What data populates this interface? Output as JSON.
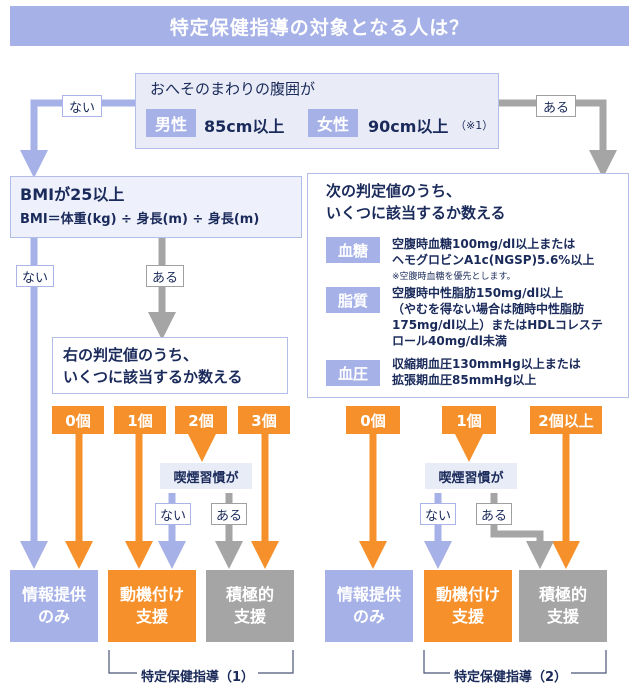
{
  "title": "特定保健指導の対象となる人は？",
  "waist": {
    "question": "おへそのまわりの腹囲が",
    "male_label": "男性",
    "male_value": "85cm以上",
    "female_label": "女性",
    "female_value": "90cm以上",
    "note": "（※1）",
    "no_label": "ない",
    "yes_label": "ある"
  },
  "bmi": {
    "title": "BMIが25以上",
    "formula": "BMI＝体重(kg) ÷ 身長(m) ÷ 身長(m)",
    "no_label": "ない",
    "yes_label": "ある"
  },
  "left_question": {
    "line1": "右の判定値のうち、",
    "line2": "いくつに該当するか数える"
  },
  "right_question": {
    "line1": "次の判定値のうち、",
    "line2": "いくつに該当するか数える"
  },
  "criteria": [
    {
      "label": "血糖",
      "lines": [
        "空腹時血糖100mg/dl以上または",
        "ヘモグロビンA1c(NGSP)5.6%以上"
      ],
      "note": "※空腹時血糖を優先とします。"
    },
    {
      "label": "脂質",
      "lines": [
        "空腹時中性脂肪150mg/dl以上",
        "（やむを得ない場合は随時中性脂肪",
        "175mg/dl以上）またはHDLコレステ",
        "ロール40mg/dl未満"
      ]
    },
    {
      "label": "血圧",
      "lines": [
        "収縮期血圧130mmHg以上または",
        "拡張期血圧85mmHg以上"
      ]
    }
  ],
  "left_counts": [
    "0個",
    "1個",
    "2個",
    "3個"
  ],
  "right_counts": [
    "0個",
    "1個",
    "2個以上"
  ],
  "smoking": {
    "question": "喫煙習慣が",
    "no_label": "ない",
    "yes_label": "ある"
  },
  "results": {
    "info": "情報提供\nのみ",
    "motivation": "動機付け\n支援",
    "active": "積極的\n支援"
  },
  "footer": {
    "left": "特定保健指導（1）",
    "right": "特定保健指導（2）"
  },
  "colors": {
    "blue": "#a6b1e7",
    "orange": "#f5902a",
    "gray": "#a5a5a5",
    "light_blue": "#e9ecf7",
    "navy_text": "#1a2a5a"
  }
}
